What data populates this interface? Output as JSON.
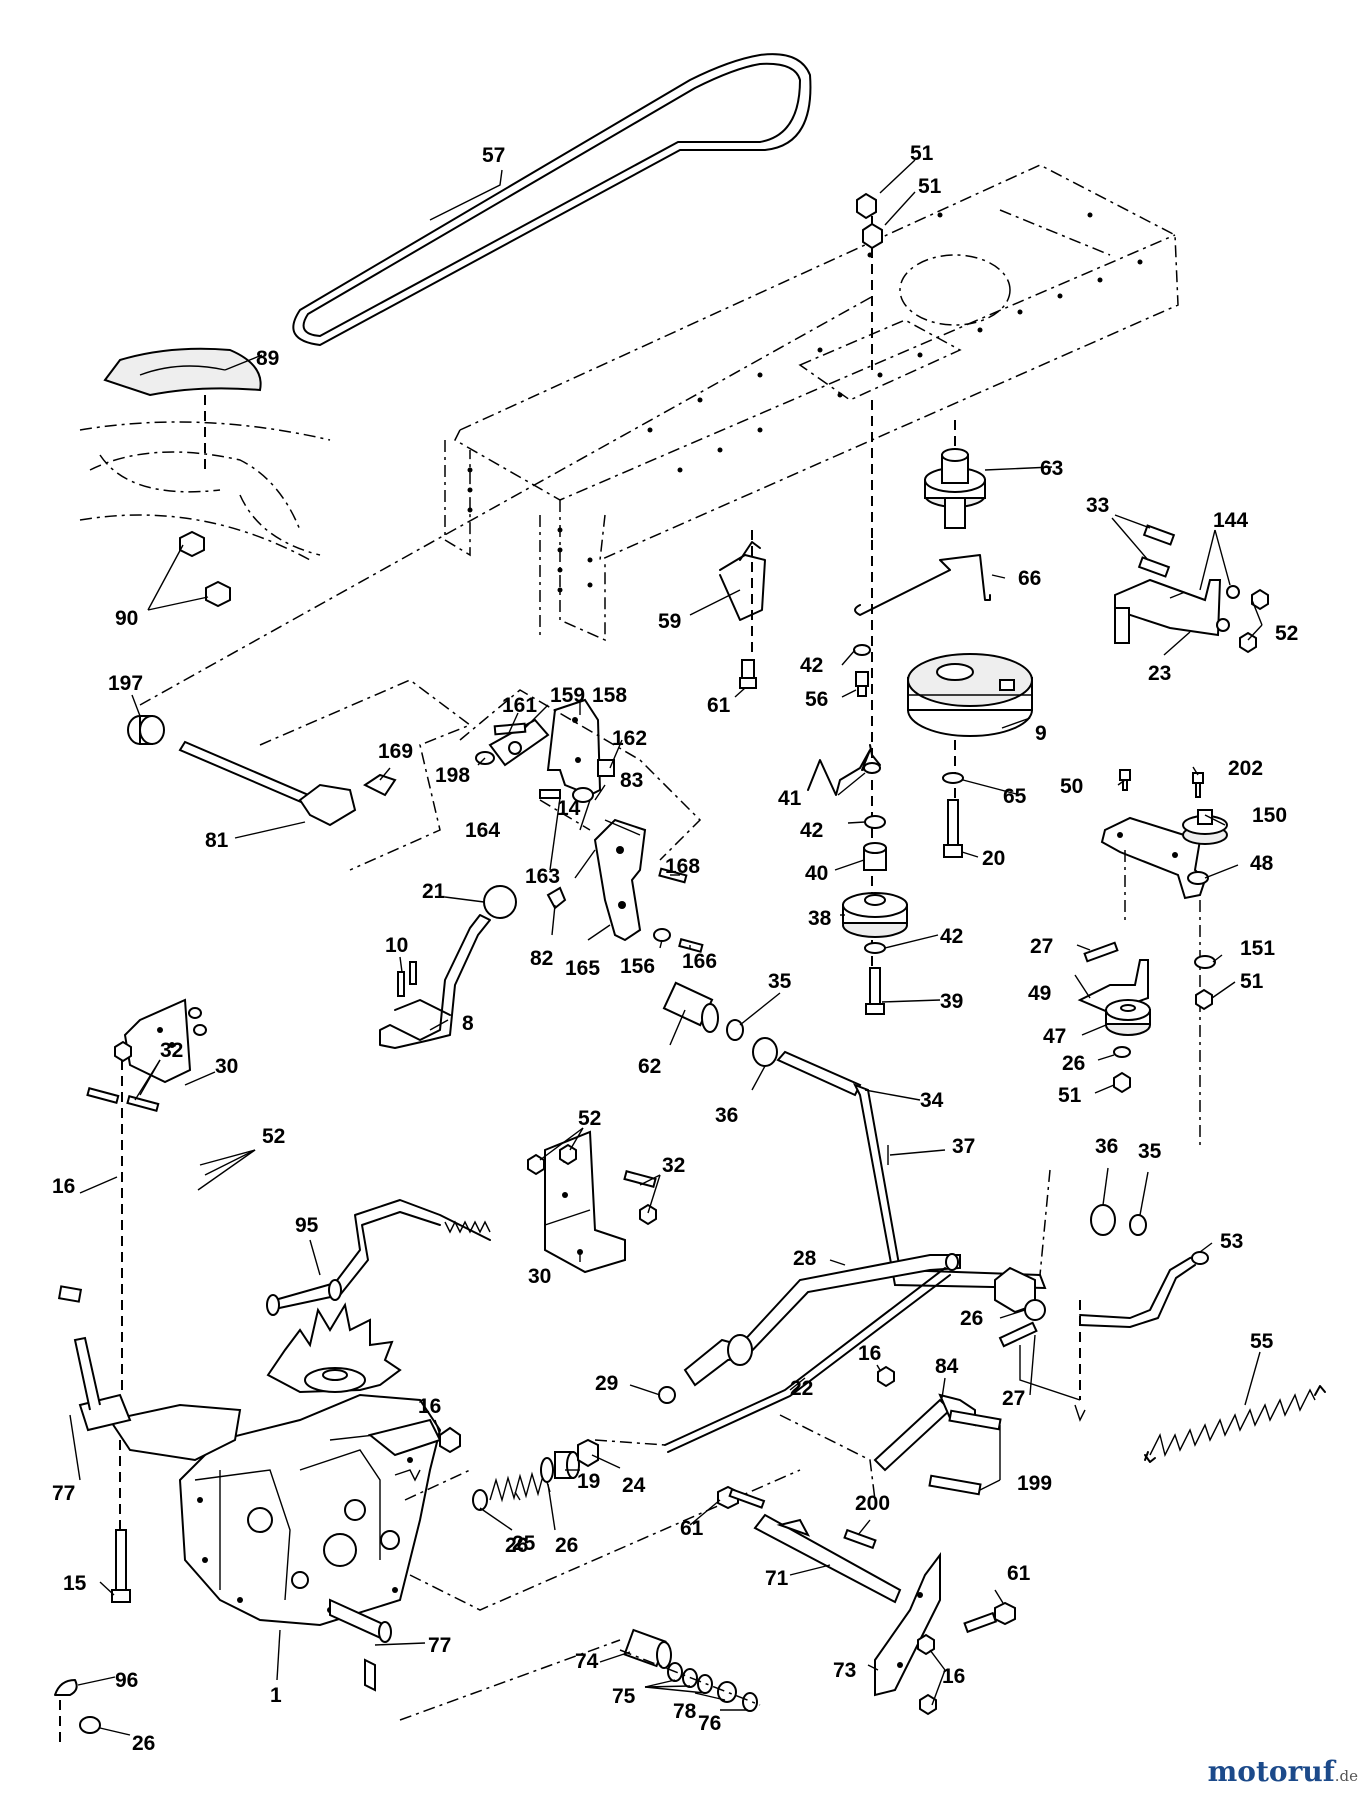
{
  "watermark": {
    "brand": "motoruf",
    "tld": ".de",
    "colors": {
      "green": "#6a9a2a",
      "blue": "#1c4a8a"
    }
  },
  "callouts": {
    "c57": "57",
    "c51a": "51",
    "c51b": "51",
    "c89": "89",
    "c63": "63",
    "c33": "33",
    "c144": "144",
    "c66": "66",
    "c52a": "52",
    "c23": "23",
    "c90": "90",
    "c59": "59",
    "c42a": "42",
    "c56": "56",
    "c61a": "61",
    "c197": "197",
    "c161": "161",
    "c159": "159",
    "c158": "158",
    "c9": "9",
    "c169": "169",
    "c198": "198",
    "c162": "162",
    "c41": "41",
    "c65": "65",
    "c50": "50",
    "c202": "202",
    "c81": "81",
    "c83": "83",
    "c14": "14",
    "c164": "164",
    "c42b": "42",
    "c20": "20",
    "c150": "150",
    "c48": "48",
    "c21": "21",
    "c163": "163",
    "c168": "168",
    "c40": "40",
    "c38": "38",
    "c42c": "42",
    "c27a": "27",
    "c10": "10",
    "c82": "82",
    "c165": "165",
    "c156": "156",
    "c166": "166",
    "c151": "151",
    "c51c": "51",
    "c35a": "35",
    "c39": "39",
    "c49": "49",
    "c8": "8",
    "c62": "62",
    "c47": "47",
    "c26a": "26",
    "c51d": "51",
    "c32a": "32",
    "c30a": "30",
    "c36a": "36",
    "c34": "34",
    "c52b": "52",
    "c16a": "16",
    "c52c": "52",
    "c32b": "32",
    "c37": "37",
    "c36b": "36",
    "c35b": "35",
    "c95": "95",
    "c30b": "30",
    "c53": "53",
    "c28": "28",
    "c26b": "26",
    "c55": "55",
    "c16b": "16",
    "c84": "84",
    "c29": "29",
    "c22": "22",
    "c27b": "27",
    "c16c": "16",
    "c77a": "77",
    "c25": "25",
    "c19": "19",
    "c24": "24",
    "c199": "199",
    "c26c": "26",
    "c26d": "26",
    "c200": "200",
    "c61b": "61",
    "c61c": "61",
    "c15": "15",
    "c71": "71",
    "c77b": "77",
    "c74": "74",
    "c73": "73",
    "c16d": "16",
    "c96": "96",
    "c1": "1",
    "c75": "75",
    "c78": "78",
    "c76": "76",
    "c26e": "26"
  }
}
